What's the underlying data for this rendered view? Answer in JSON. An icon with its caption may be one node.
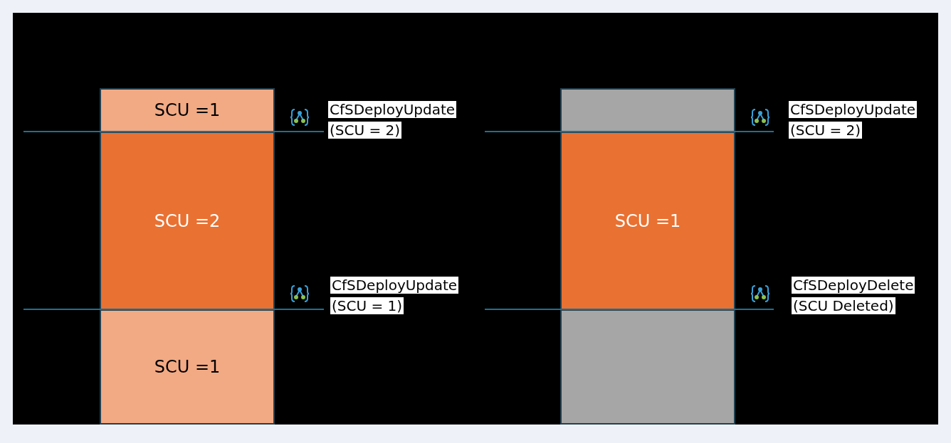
{
  "diagram": {
    "nodes": [
      {
        "text": [
          "SCU =1"
        ]
      },
      {
        "text": [
          "SCU =2"
        ]
      },
      {
        "text": [
          "SCU =1"
        ]
      },
      {
        "text": [],
        "shape": "box"
      },
      {
        "text": [
          "SCU =1"
        ]
      },
      {
        "text": [],
        "shape": "box"
      }
    ],
    "labels": [
      "CfSDeployUpdate (SCU = 2)",
      "CfSDeployUpdate (SCU = 1)",
      "CfSDeployUpdate (SCU = 2)",
      "CfSDeployDelete (SCU Deleted)"
    ]
  }
}
